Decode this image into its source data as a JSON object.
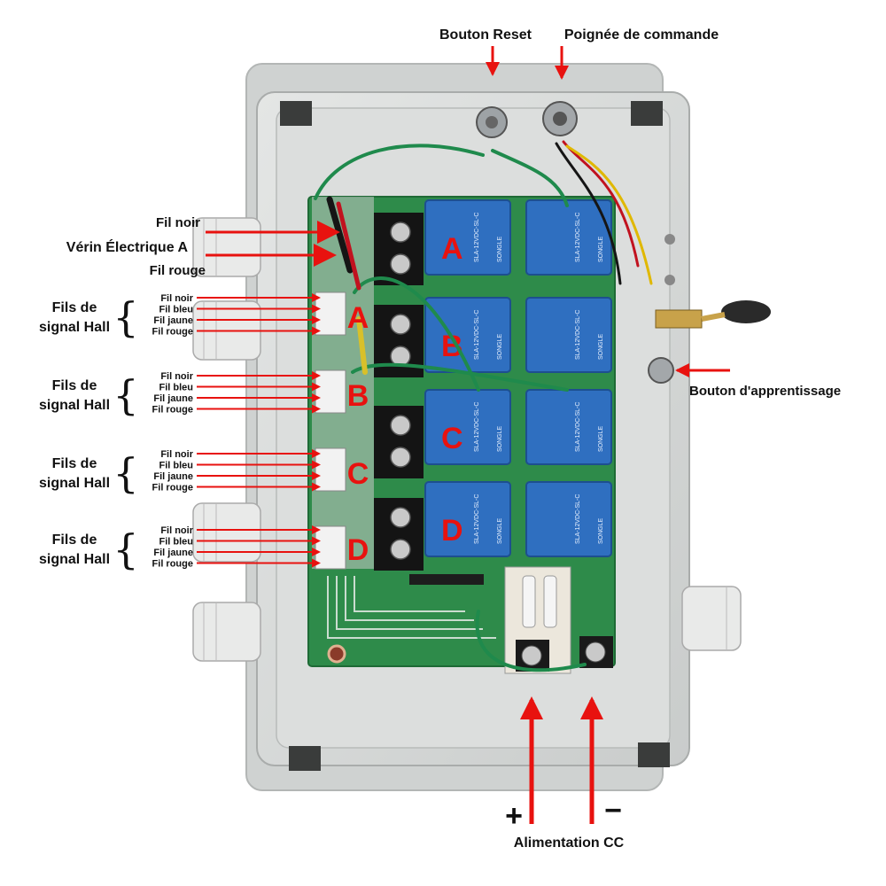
{
  "labels": {
    "reset_button": "Bouton Reset",
    "control_handle": "Poignée de commande",
    "learn_button": "Bouton d'apprentissage",
    "dc_power": "Alimentation CC",
    "plus": "+",
    "minus": "−"
  },
  "actuator": {
    "black_wire": "Fil noir",
    "name": "Vérin Électrique A",
    "red_wire": "Fil rouge"
  },
  "hall_groups": [
    {
      "title_line1": "Fils de",
      "title_line2": "signal Hall",
      "letter": "A",
      "wires": [
        "Fil noir",
        "Fil bleu",
        "Fil jaune",
        "Fil rouge"
      ]
    },
    {
      "title_line1": "Fils de",
      "title_line2": "signal Hall",
      "letter": "B",
      "wires": [
        "Fil noir",
        "Fil bleu",
        "Fil jaune",
        "Fil rouge"
      ]
    },
    {
      "title_line1": "Fils de",
      "title_line2": "signal Hall",
      "letter": "C",
      "wires": [
        "Fil noir",
        "Fil bleu",
        "Fil jaune",
        "Fil rouge"
      ]
    },
    {
      "title_line1": "Fils de",
      "title_line2": "signal Hall",
      "letter": "D",
      "wires": [
        "Fil noir",
        "Fil bleu",
        "Fil jaune",
        "Fil rouge"
      ]
    }
  ],
  "relay_letters": [
    "A",
    "B",
    "C",
    "D"
  ],
  "relay_model": "SLA-12VDC-SL-C",
  "relay_brand": "SONGLE",
  "colors": {
    "arrow": "#e8120f",
    "pcb": "#2e8b4a",
    "relay": "#2f6fc0",
    "enclosure": "#d7d9d8",
    "wire_green": "#1f8a4c"
  }
}
